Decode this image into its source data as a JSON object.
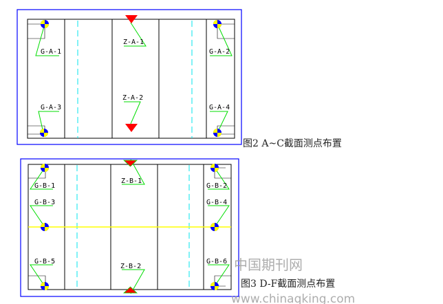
{
  "figure2": {
    "caption": "图2   A~C截面测点布置",
    "labels": {
      "g1": "G-A-1",
      "g2": "G-A-2",
      "g3": "G-A-3",
      "g4": "G-A-4",
      "z1": "Z-A-1",
      "z2": "Z-A-2"
    }
  },
  "figure3": {
    "caption": "图3   D-F截面测点布置",
    "labels": {
      "g1": "G-B-1",
      "g2": "G-B-2",
      "g3": "G-B-3",
      "g4": "G-B-4",
      "g5": "G-B-5",
      "g6": "G-B-6",
      "z1": "Z-B-1",
      "z2": "Z-B-2"
    }
  },
  "watermark": {
    "name": "中国期刊网",
    "url": "www.chinaqking.com"
  },
  "colors": {
    "frame": "#0000ff",
    "leader": "#00dd00",
    "marker": "#ff0000",
    "center": "#00e5ee",
    "axis": "#ffff00",
    "gauge_a": "#0000ff",
    "gauge_b": "#ffff00"
  }
}
